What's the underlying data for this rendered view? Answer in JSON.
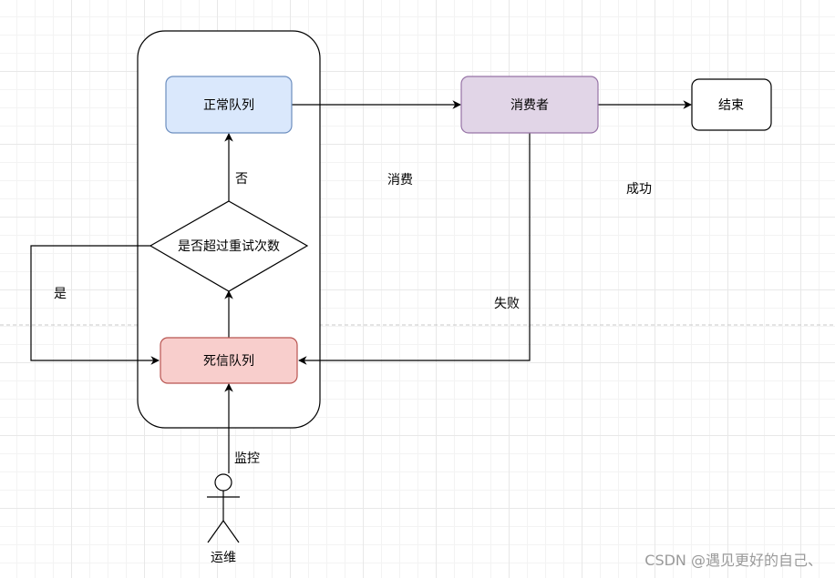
{
  "diagram": {
    "nodes": {
      "normal_queue": "正常队列",
      "consumer": "消费者",
      "end": "结束",
      "retry_check": "是否超过重试次数",
      "dead_letter_queue": "死信队列",
      "ops": "运维"
    },
    "edges": {
      "consume": "消费",
      "success": "成功",
      "fail": "失败",
      "no": "否",
      "yes": "是",
      "monitor": "监控"
    },
    "colors": {
      "normal_queue_fill": "#dae8fc",
      "normal_queue_stroke": "#6c8ebf",
      "consumer_fill": "#e1d5e7",
      "consumer_stroke": "#9673a6",
      "dead_letter_fill": "#f8cecc",
      "dead_letter_stroke": "#b85450"
    }
  },
  "watermark": "CSDN @遇见更好的自己、"
}
